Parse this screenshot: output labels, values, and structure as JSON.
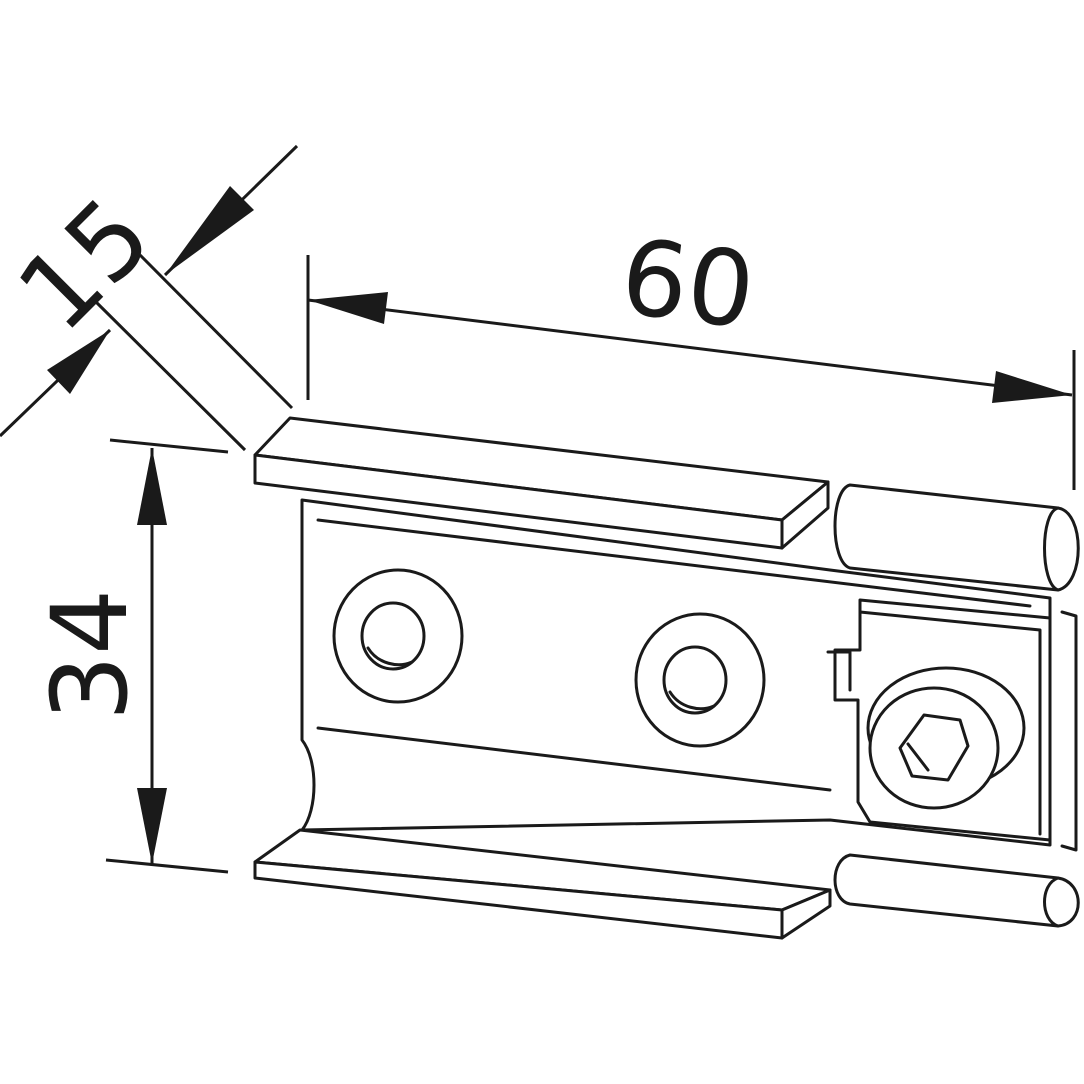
{
  "dimensions": {
    "depth": "15",
    "length": "60",
    "height": "34"
  },
  "colors": {
    "line": "#1a1a1a",
    "background": "#ffffff"
  }
}
